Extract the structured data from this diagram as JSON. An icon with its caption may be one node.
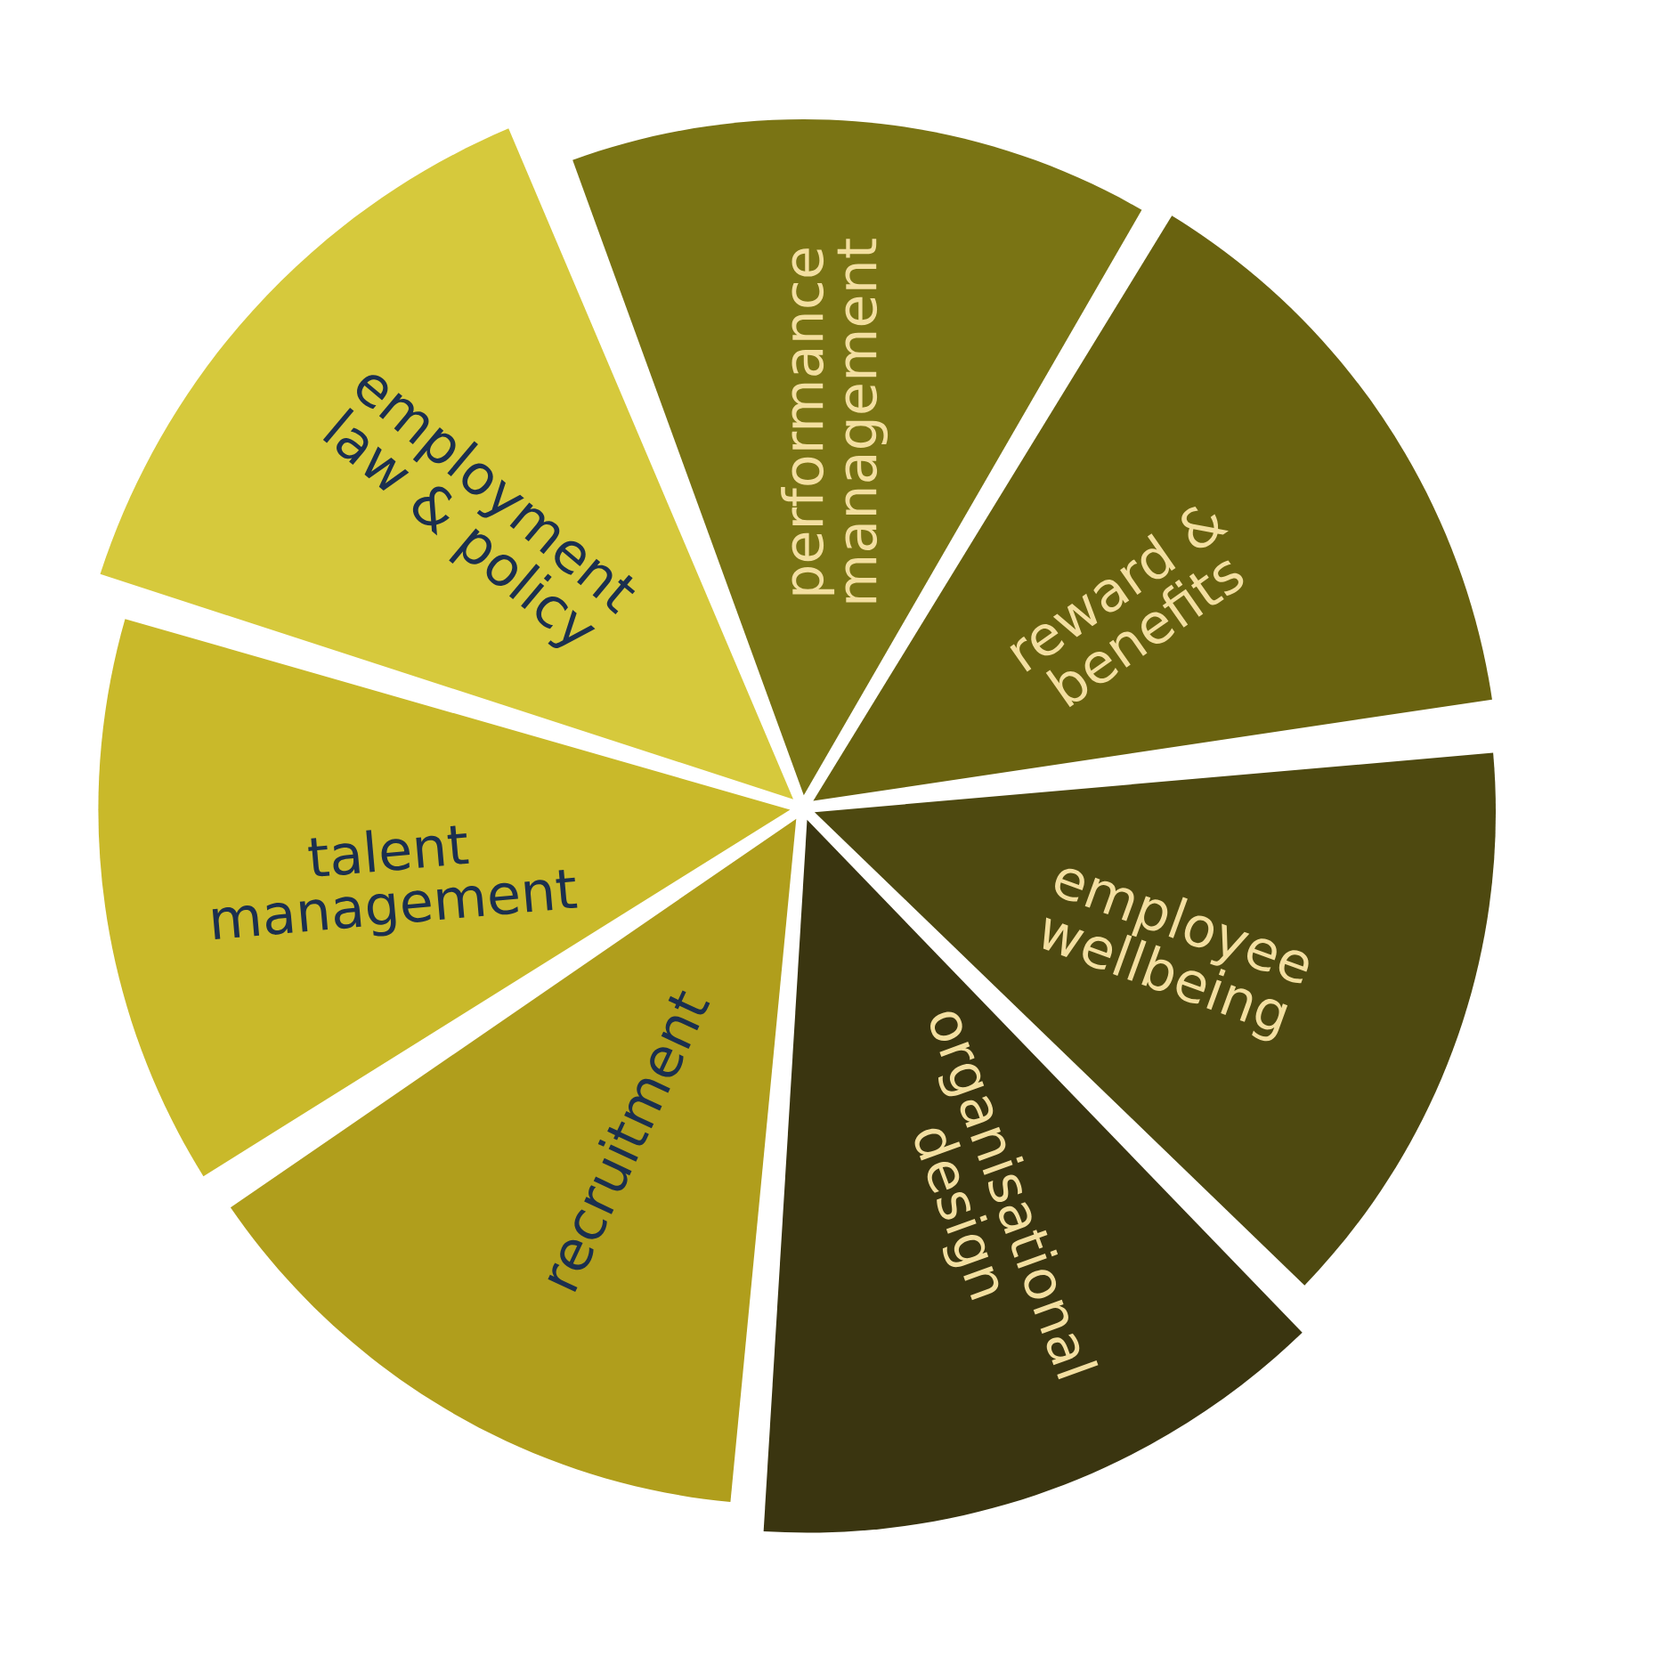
{
  "diagram": {
    "nodes": [
      {
        "text": [
          "employment law & policy"
        ]
      },
      {
        "text": [
          "performance management"
        ]
      },
      {
        "text": [
          "reward & benefits"
        ]
      },
      {
        "text": [
          "talent management"
        ]
      },
      {
        "text": [
          "employee wellbeing"
        ]
      },
      {
        "text": [
          "recruitment"
        ]
      },
      {
        "text": [
          "organisational design"
        ]
      }
    ]
  }
}
